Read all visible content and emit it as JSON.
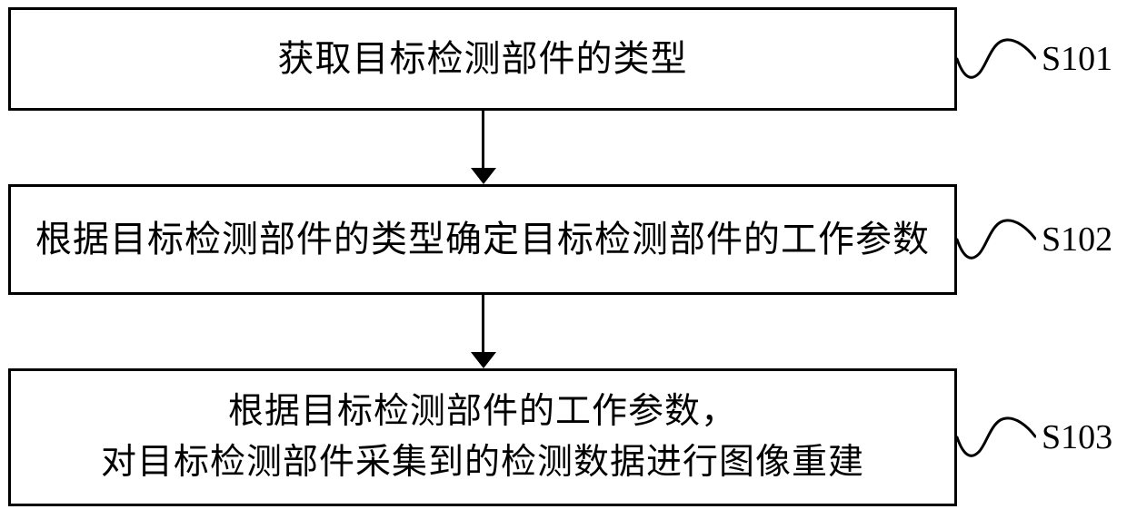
{
  "diagram": {
    "type": "flowchart",
    "background_color": "#ffffff",
    "stroke_color": "#000000",
    "steps": [
      {
        "label": "S101",
        "lines": [
          "获取目标检测部件的类型"
        ]
      },
      {
        "label": "S102",
        "lines": [
          "根据目标检测部件的类型确定目标检测部件的工作参数"
        ]
      },
      {
        "label": "S103",
        "lines": [
          "根据目标检测部件的工作参数，",
          "对目标检测部件采集到的检测数据进行图像重建"
        ]
      }
    ]
  }
}
